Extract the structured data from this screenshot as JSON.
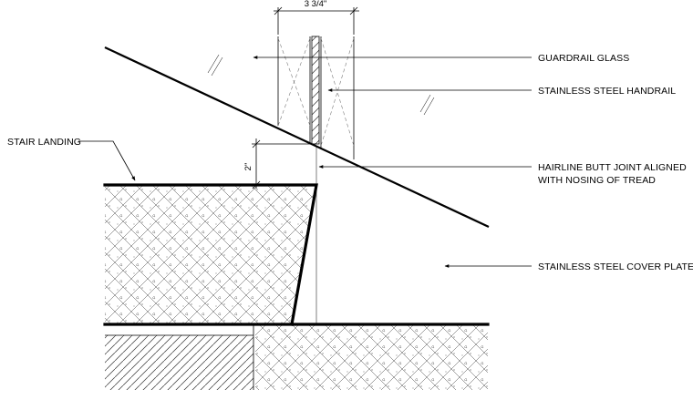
{
  "dimensions": {
    "glass_width": "3 3/4\"",
    "offset_height": "2\""
  },
  "labels": {
    "guardrail_glass": "GUARDRAIL GLASS",
    "handrail": "STAINLESS STEEL HANDRAIL",
    "stair_landing": "STAIR LANDING",
    "butt_joint_line1": "HAIRLINE BUTT JOINT ALIGNED",
    "butt_joint_line2": "WITH NOSING OF TREAD",
    "cover_plate": "STAINLESS STEEL COVER PLATE"
  }
}
